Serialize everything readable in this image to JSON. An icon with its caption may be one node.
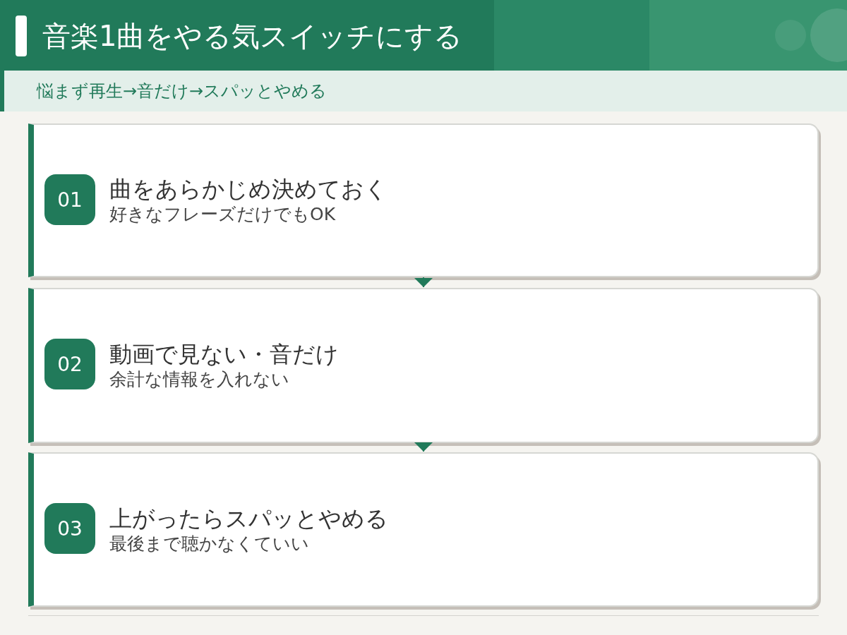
{
  "diagram": {
    "title": "音楽1曲をやる気スイッチにする",
    "nodes": [
      {
        "text": [
          "曲をあらかじめ決めておく",
          "好きなフレーズだけでもOK"
        ]
      },
      {
        "text": [
          "01"
        ],
        "in": 0
      },
      {
        "text": [
          "動画で見ない・音だけ",
          "余計な情報を入れない"
        ]
      },
      {
        "text": [
          "02"
        ],
        "in": 2
      },
      {
        "text": [
          "上がったらスパッとやめる",
          "最後まで聴かなくていい"
        ]
      },
      {
        "text": [
          "03"
        ],
        "in": 4
      }
    ],
    "edges": [
      {
        "from": 0,
        "to": 2,
        "arrow": "to"
      },
      {
        "from": 2,
        "to": 4,
        "arrow": "to"
      }
    ],
    "labels": [
      "悩まず再生→音だけ→スパッとやめる"
    ]
  }
}
